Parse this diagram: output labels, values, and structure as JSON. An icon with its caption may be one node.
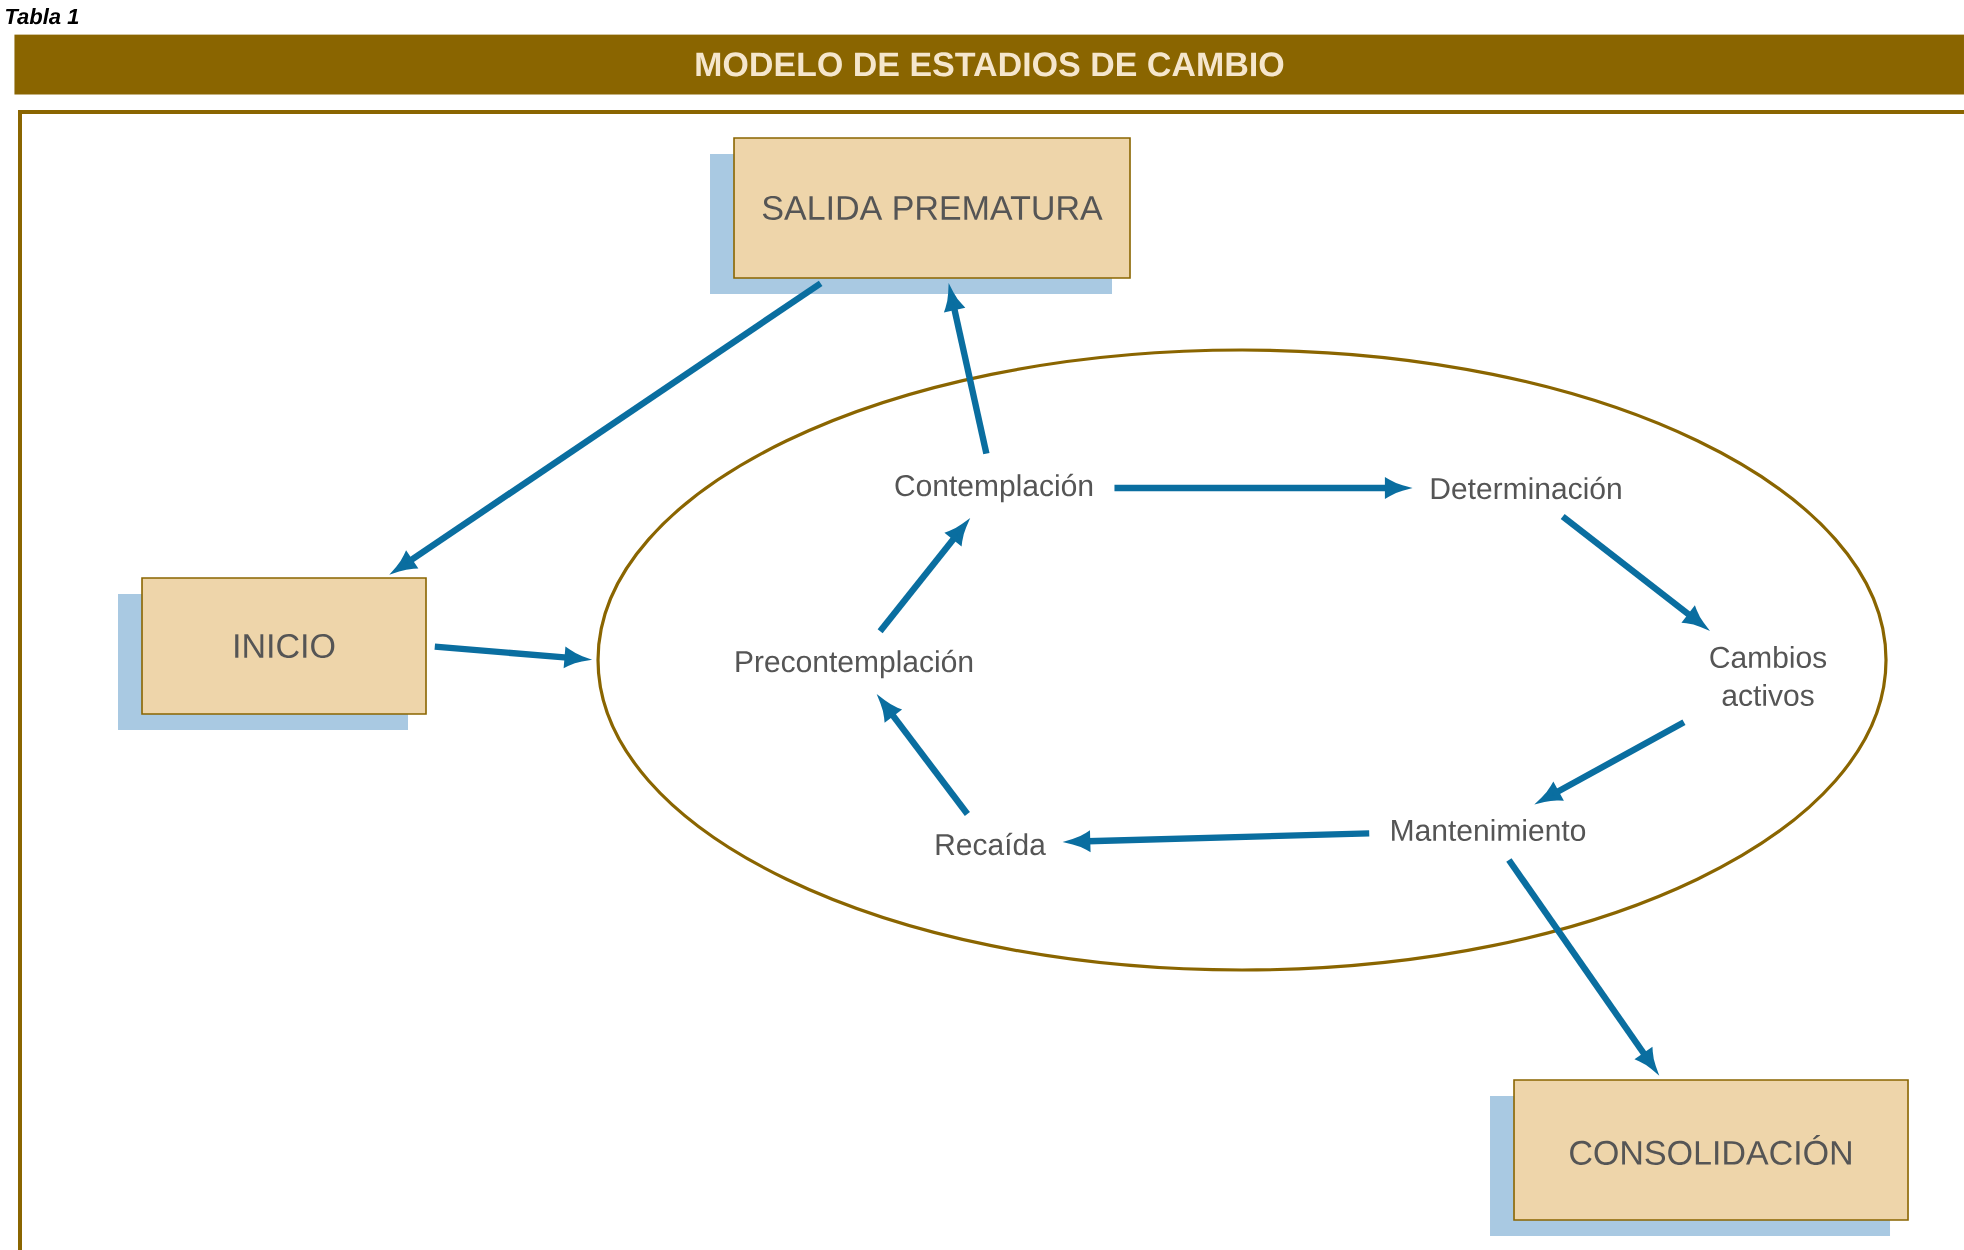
{
  "diagram": {
    "title": "MODELO DE ESTADIOS DE CAMBIO",
    "nodes": [
      {
        "text": [
          "SALIDA PREMATURA"
        ]
      },
      {
        "text": [
          "INICIO"
        ]
      },
      {
        "text": [],
        "shape": "ellipse"
      },
      {
        "text": [
          "Contemplación"
        ],
        "in": 2
      },
      {
        "text": [
          "Determinación"
        ],
        "in": 2
      },
      {
        "text": [
          "Precontemplación"
        ],
        "in": 2
      },
      {
        "text": [
          "Cambios activos"
        ],
        "in": 2
      },
      {
        "text": [
          "Recaída"
        ],
        "in": 2
      },
      {
        "text": [
          "Mantenimiento"
        ],
        "in": 2
      },
      {
        "text": [
          "CONSOLIDACIÓN"
        ]
      }
    ],
    "edges": [
      {
        "from": 0,
        "to": 1,
        "arrow": "to"
      },
      {
        "from": 1,
        "to": 2,
        "arrow": "to"
      },
      {
        "from": 3,
        "to": 0,
        "arrow": "to"
      },
      {
        "from": 3,
        "to": 4,
        "arrow": "to"
      },
      {
        "from": 4,
        "to": 6,
        "arrow": "to"
      },
      {
        "from": 6,
        "to": 8,
        "arrow": "to"
      },
      {
        "from": 8,
        "to": 7,
        "arrow": "to"
      },
      {
        "from": 7,
        "to": 5,
        "arrow": "to"
      },
      {
        "from": 5,
        "to": 3,
        "arrow": "to"
      },
      {
        "from": 8,
        "to": 9,
        "arrow": "to"
      }
    ],
    "labels": [
      "Tabla 1"
    ]
  }
}
